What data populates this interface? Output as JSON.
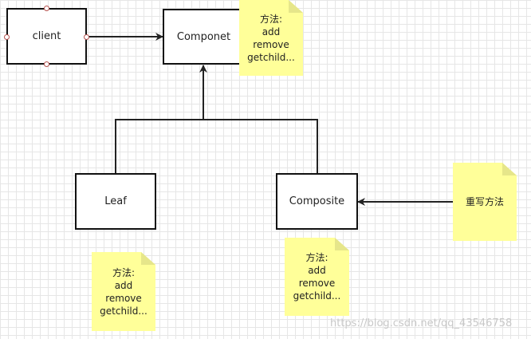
{
  "nodes": {
    "client": "client",
    "component": "Componet",
    "leaf": "Leaf",
    "composite": "Composite"
  },
  "notes": {
    "component_methods": [
      "方法:",
      "add",
      "remove",
      "getchild..."
    ],
    "leaf_methods": [
      "方法:",
      "add",
      "remove",
      "getchild..."
    ],
    "composite_methods": [
      "方法:",
      "add",
      "remove",
      "getchild..."
    ],
    "override": "重写方法"
  },
  "watermark": "https://blog.csdn.net/qq_43546758",
  "colors": {
    "note_fill": "#ffff99",
    "note_fold": "#e6e68a",
    "box_border": "#111111",
    "handle": "#b85450",
    "edge": "#222222"
  }
}
